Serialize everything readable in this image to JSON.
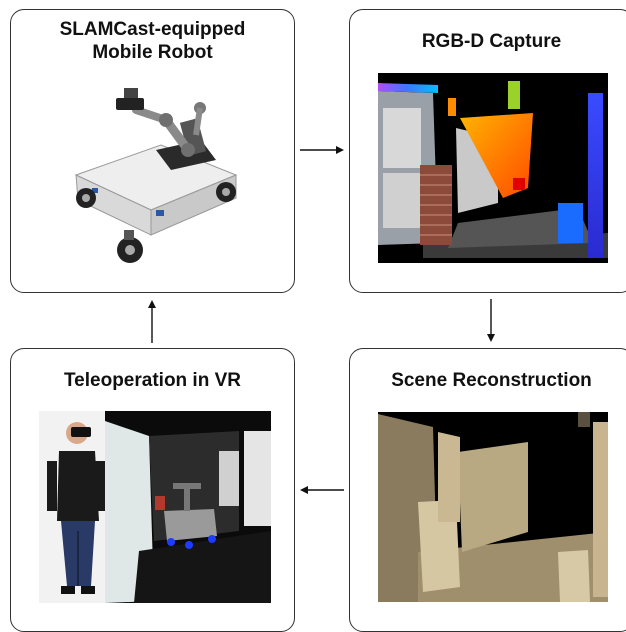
{
  "panels": {
    "robot": {
      "title_line1": "SLAMCast-equipped",
      "title_line2": "Mobile Robot",
      "image_icon": "mobile-robot-photo"
    },
    "capture": {
      "title": "RGB-D Capture",
      "image_icon": "rgbd-depth-image"
    },
    "reconstruction": {
      "title": "Scene Reconstruction",
      "image_icon": "reconstructed-scene-render"
    },
    "teleop": {
      "title": "Teleoperation in VR",
      "image_icon": "vr-user-and-virtual-scene"
    }
  },
  "flow": [
    "SLAMCast-equipped Mobile Robot",
    "RGB-D Capture",
    "Scene Reconstruction",
    "Teleoperation in VR"
  ],
  "colors": {
    "border": "#333333",
    "arrow": "#111111"
  }
}
